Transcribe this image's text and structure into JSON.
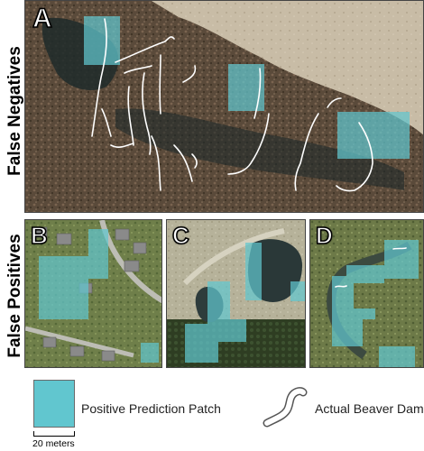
{
  "figure": {
    "row_labels": {
      "top": "False Negatives",
      "bottom": "False Positives"
    },
    "panels": [
      {
        "letter": "A"
      },
      {
        "letter": "B"
      },
      {
        "letter": "C"
      },
      {
        "letter": "D"
      }
    ],
    "legend": {
      "patch_label": "Positive Prediction Patch",
      "dam_label": "Actual Beaver Dam",
      "scale_label": "20 meters"
    },
    "colors": {
      "patch": "#61c6cf",
      "dam_line": "#ffffff"
    }
  }
}
